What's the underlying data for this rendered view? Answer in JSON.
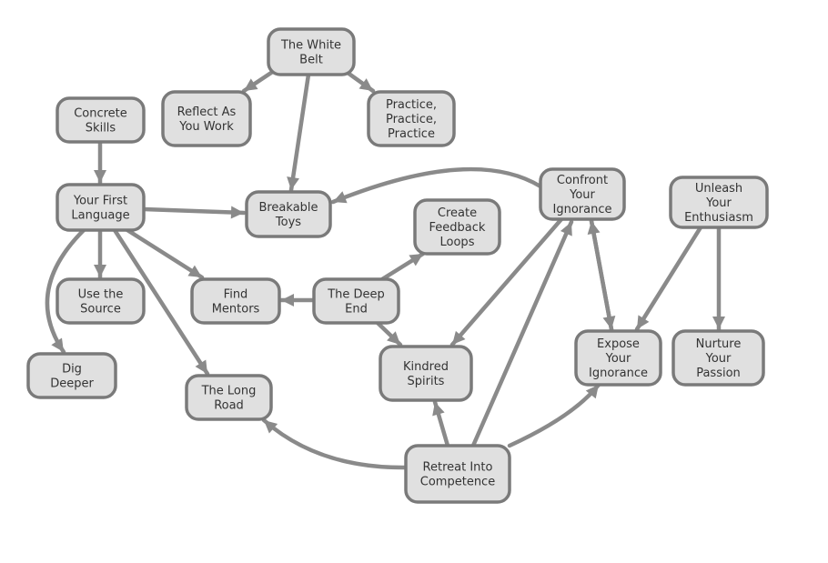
{
  "colors": {
    "node_fill": "#e0e0e0",
    "node_stroke": "#7a7a7a",
    "edge": "#8a8a8a",
    "text": "#333333",
    "background": "#ffffff"
  },
  "nodes": [
    {
      "id": "white-belt",
      "lines": [
        "The White",
        "Belt"
      ]
    },
    {
      "id": "reflect-as-you-work",
      "lines": [
        "Reflect As",
        "You Work"
      ]
    },
    {
      "id": "practice",
      "lines": [
        "Practice,",
        "Practice,",
        "Practice"
      ]
    },
    {
      "id": "concrete-skills",
      "lines": [
        "Concrete",
        "Skills"
      ]
    },
    {
      "id": "your-first-language",
      "lines": [
        "Your First",
        "Language"
      ]
    },
    {
      "id": "breakable-toys",
      "lines": [
        "Breakable",
        "Toys"
      ]
    },
    {
      "id": "confront-your-ignorance",
      "lines": [
        "Confront",
        "Your",
        "Ignorance"
      ]
    },
    {
      "id": "unleash-your-enthusiasm",
      "lines": [
        "Unleash",
        "Your",
        "Enthusiasm"
      ]
    },
    {
      "id": "create-feedback-loops",
      "lines": [
        "Create",
        "Feedback",
        "Loops"
      ]
    },
    {
      "id": "use-the-source",
      "lines": [
        "Use the",
        "Source"
      ]
    },
    {
      "id": "find-mentors",
      "lines": [
        "Find",
        "Mentors"
      ]
    },
    {
      "id": "the-deep-end",
      "lines": [
        "The Deep",
        "End"
      ]
    },
    {
      "id": "expose-your-ignorance",
      "lines": [
        "Expose",
        "Your",
        "Ignorance"
      ]
    },
    {
      "id": "nurture-your-passion",
      "lines": [
        "Nurture",
        "Your",
        "Passion"
      ]
    },
    {
      "id": "dig-deeper",
      "lines": [
        "Dig",
        "Deeper"
      ]
    },
    {
      "id": "kindred-spirits",
      "lines": [
        "Kindred",
        "Spirits"
      ]
    },
    {
      "id": "the-long-road",
      "lines": [
        "The Long",
        "Road"
      ]
    },
    {
      "id": "retreat-into-competence",
      "lines": [
        "Retreat Into",
        "Competence"
      ]
    }
  ],
  "edges": [
    {
      "from": "white-belt",
      "to": "reflect-as-you-work"
    },
    {
      "from": "white-belt",
      "to": "practice"
    },
    {
      "from": "white-belt",
      "to": "breakable-toys"
    },
    {
      "from": "concrete-skills",
      "to": "your-first-language"
    },
    {
      "from": "your-first-language",
      "to": "breakable-toys"
    },
    {
      "from": "your-first-language",
      "to": "use-the-source"
    },
    {
      "from": "your-first-language",
      "to": "find-mentors"
    },
    {
      "from": "your-first-language",
      "to": "the-long-road"
    },
    {
      "from": "your-first-language",
      "to": "dig-deeper"
    },
    {
      "from": "confront-your-ignorance",
      "to": "breakable-toys"
    },
    {
      "from": "confront-your-ignorance",
      "to": "kindred-spirits"
    },
    {
      "from": "confront-your-ignorance",
      "to": "expose-your-ignorance"
    },
    {
      "from": "expose-your-ignorance",
      "to": "confront-your-ignorance"
    },
    {
      "from": "the-deep-end",
      "to": "find-mentors"
    },
    {
      "from": "the-deep-end",
      "to": "create-feedback-loops"
    },
    {
      "from": "the-deep-end",
      "to": "kindred-spirits"
    },
    {
      "from": "unleash-your-enthusiasm",
      "to": "expose-your-ignorance"
    },
    {
      "from": "unleash-your-enthusiasm",
      "to": "nurture-your-passion"
    },
    {
      "from": "retreat-into-competence",
      "to": "the-long-road"
    },
    {
      "from": "retreat-into-competence",
      "to": "kindred-spirits"
    },
    {
      "from": "retreat-into-competence",
      "to": "confront-your-ignorance"
    },
    {
      "from": "retreat-into-competence",
      "to": "expose-your-ignorance"
    }
  ]
}
